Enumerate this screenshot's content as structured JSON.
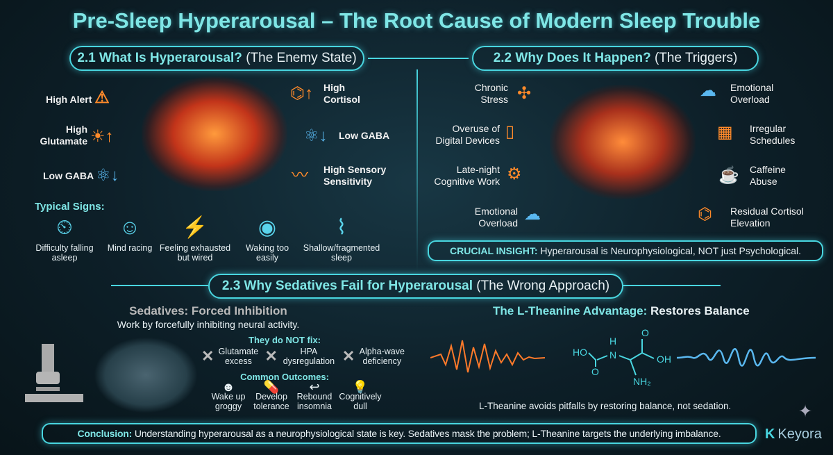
{
  "title": "Pre-Sleep Hyperarousal – The Root Cause of Modern Sleep Trouble",
  "s21": {
    "num": "2.1",
    "bold": "What Is Hyperarousal?",
    "rest": "(The Enemy State)",
    "labels": [
      {
        "text": "High Alert",
        "icon": "warning-icon"
      },
      {
        "text": "High Glutamate",
        "icon": "sun-up-arrow-icon"
      },
      {
        "text": "Low GABA",
        "icon": "molecule-down-arrow-icon"
      },
      {
        "text": "High Cortisol",
        "icon": "molecule-up-arrow-icon"
      },
      {
        "text": "Low GABA",
        "icon": "molecule-down-arrow-icon"
      },
      {
        "text": "High Sensory Sensitivity",
        "icon": "waveform-icon"
      }
    ],
    "signs_title": "Typical Signs:",
    "signs": [
      {
        "text": "Difficulty falling asleep",
        "icon": "clock-x-icon"
      },
      {
        "text": "Mind racing",
        "icon": "head-brain-icon"
      },
      {
        "text": "Feeling exhausted but wired",
        "icon": "battery-lightning-icon"
      },
      {
        "text": "Waking too easily",
        "icon": "eye-icon"
      },
      {
        "text": "Shallow/fragmented sleep",
        "icon": "pulse-icon"
      }
    ]
  },
  "s22": {
    "num": "2.2",
    "bold": "Why Does It Happen?",
    "rest": "(The Triggers)",
    "triggers": [
      {
        "text": "Chronic Stress",
        "icon": "knot-icon"
      },
      {
        "text": "Overuse of Digital Devices",
        "icon": "phone-icon"
      },
      {
        "text": "Late-night Cognitive Work",
        "icon": "lamp-gear-icon"
      },
      {
        "text": "Emotional Overload",
        "icon": "head-storm-icon"
      },
      {
        "text": "Emotional Overload",
        "icon": "head-storm-icon"
      },
      {
        "text": "Irregular Schedules",
        "icon": "calendar-clock-icon"
      },
      {
        "text": "Caffeine Abuse",
        "icon": "coffee-icon"
      },
      {
        "text": "Residual Cortisol Elevation",
        "icon": "molecule-icon"
      }
    ],
    "insight_bold": "CRUCIAL INSIGHT:",
    "insight": "Hyperarousal is Neurophysiological, NOT just Psychological."
  },
  "s23": {
    "num": "2.3",
    "bold": "Why Sedatives Fail for Hyperarousal",
    "rest": "(The Wrong Approach)",
    "sed_title": "Sedatives: Forced Inhibition",
    "sed_sub": "Work by forcefully inhibiting neural activity.",
    "notfix_title": "They do NOT fix:",
    "notfix": [
      "Glutamate excess",
      "HPA dysregulation",
      "Alpha-wave deficiency"
    ],
    "outcomes_title": "Common Outcomes:",
    "outcomes": [
      "Wake up groggy",
      "Develop tolerance",
      "Rebound insomnia",
      "Cognitively dull"
    ],
    "lt_title_a": "The L-Theanine Advantage:",
    "lt_title_b": "Restores Balance",
    "chem": {
      "ho": "HO",
      "h": "H",
      "n": "N",
      "o1": "O",
      "o2": "O",
      "oh": "OH",
      "nh2": "NH₂"
    },
    "lt_caption": "L-Theanine avoids pitfalls by restoring balance, not sedation."
  },
  "conclusion": {
    "bold": "Conclusion:",
    "text": "Understanding hyperarousal as a neurophysiological state is key. Sedatives mask the problem; L-Theanine targets the underlying imbalance."
  },
  "brand": "Keyora"
}
